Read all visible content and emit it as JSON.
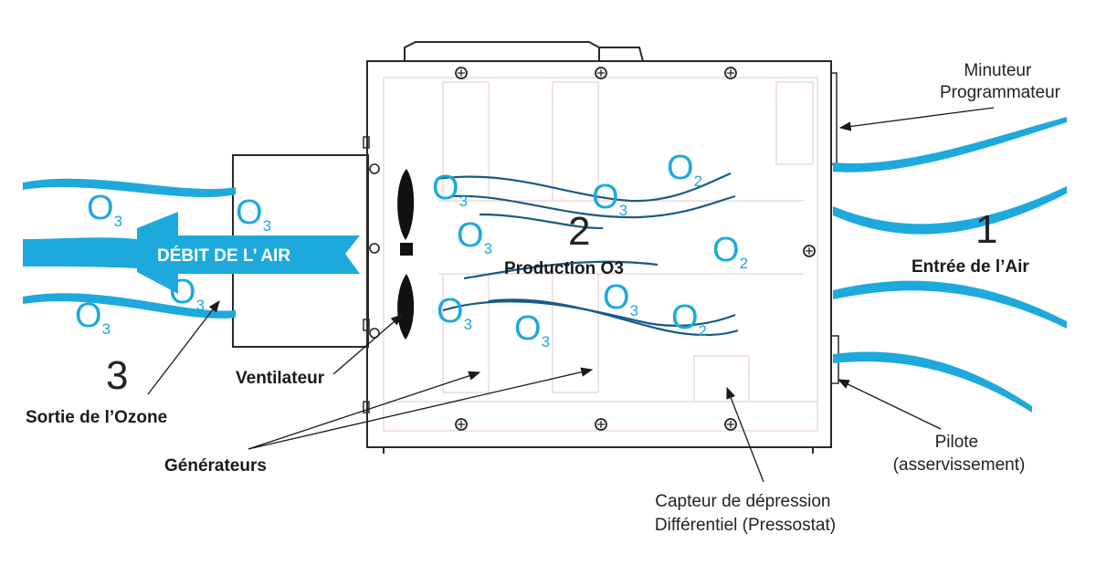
{
  "arrow_label": "DÉBIT DE L’ AIR",
  "stages": [
    {
      "number": "1",
      "label": "Entrée de l’Air"
    },
    {
      "number": "2",
      "label": "Production O3"
    },
    {
      "number": "3",
      "label": "Sortie de l’Ozone"
    }
  ],
  "molecule": {
    "ozone": "O",
    "ozone_sub": "3",
    "oxygen": "O",
    "oxygen_sub": "2"
  },
  "labels": {
    "timer_line1": "Minuteur",
    "timer_line2": "Programmateur",
    "pilot_line1": "Pilote",
    "pilot_line2": "(asservissement)",
    "sensor_line1": "Capteur de dépression",
    "sensor_line2": "Différentiel (Pressostat)",
    "fan": "Ventilateur",
    "generators": "Générateurs"
  },
  "colors": {
    "flow": "#1ea9dc",
    "inner_flow": "#1a5a86",
    "text": "#222222"
  }
}
